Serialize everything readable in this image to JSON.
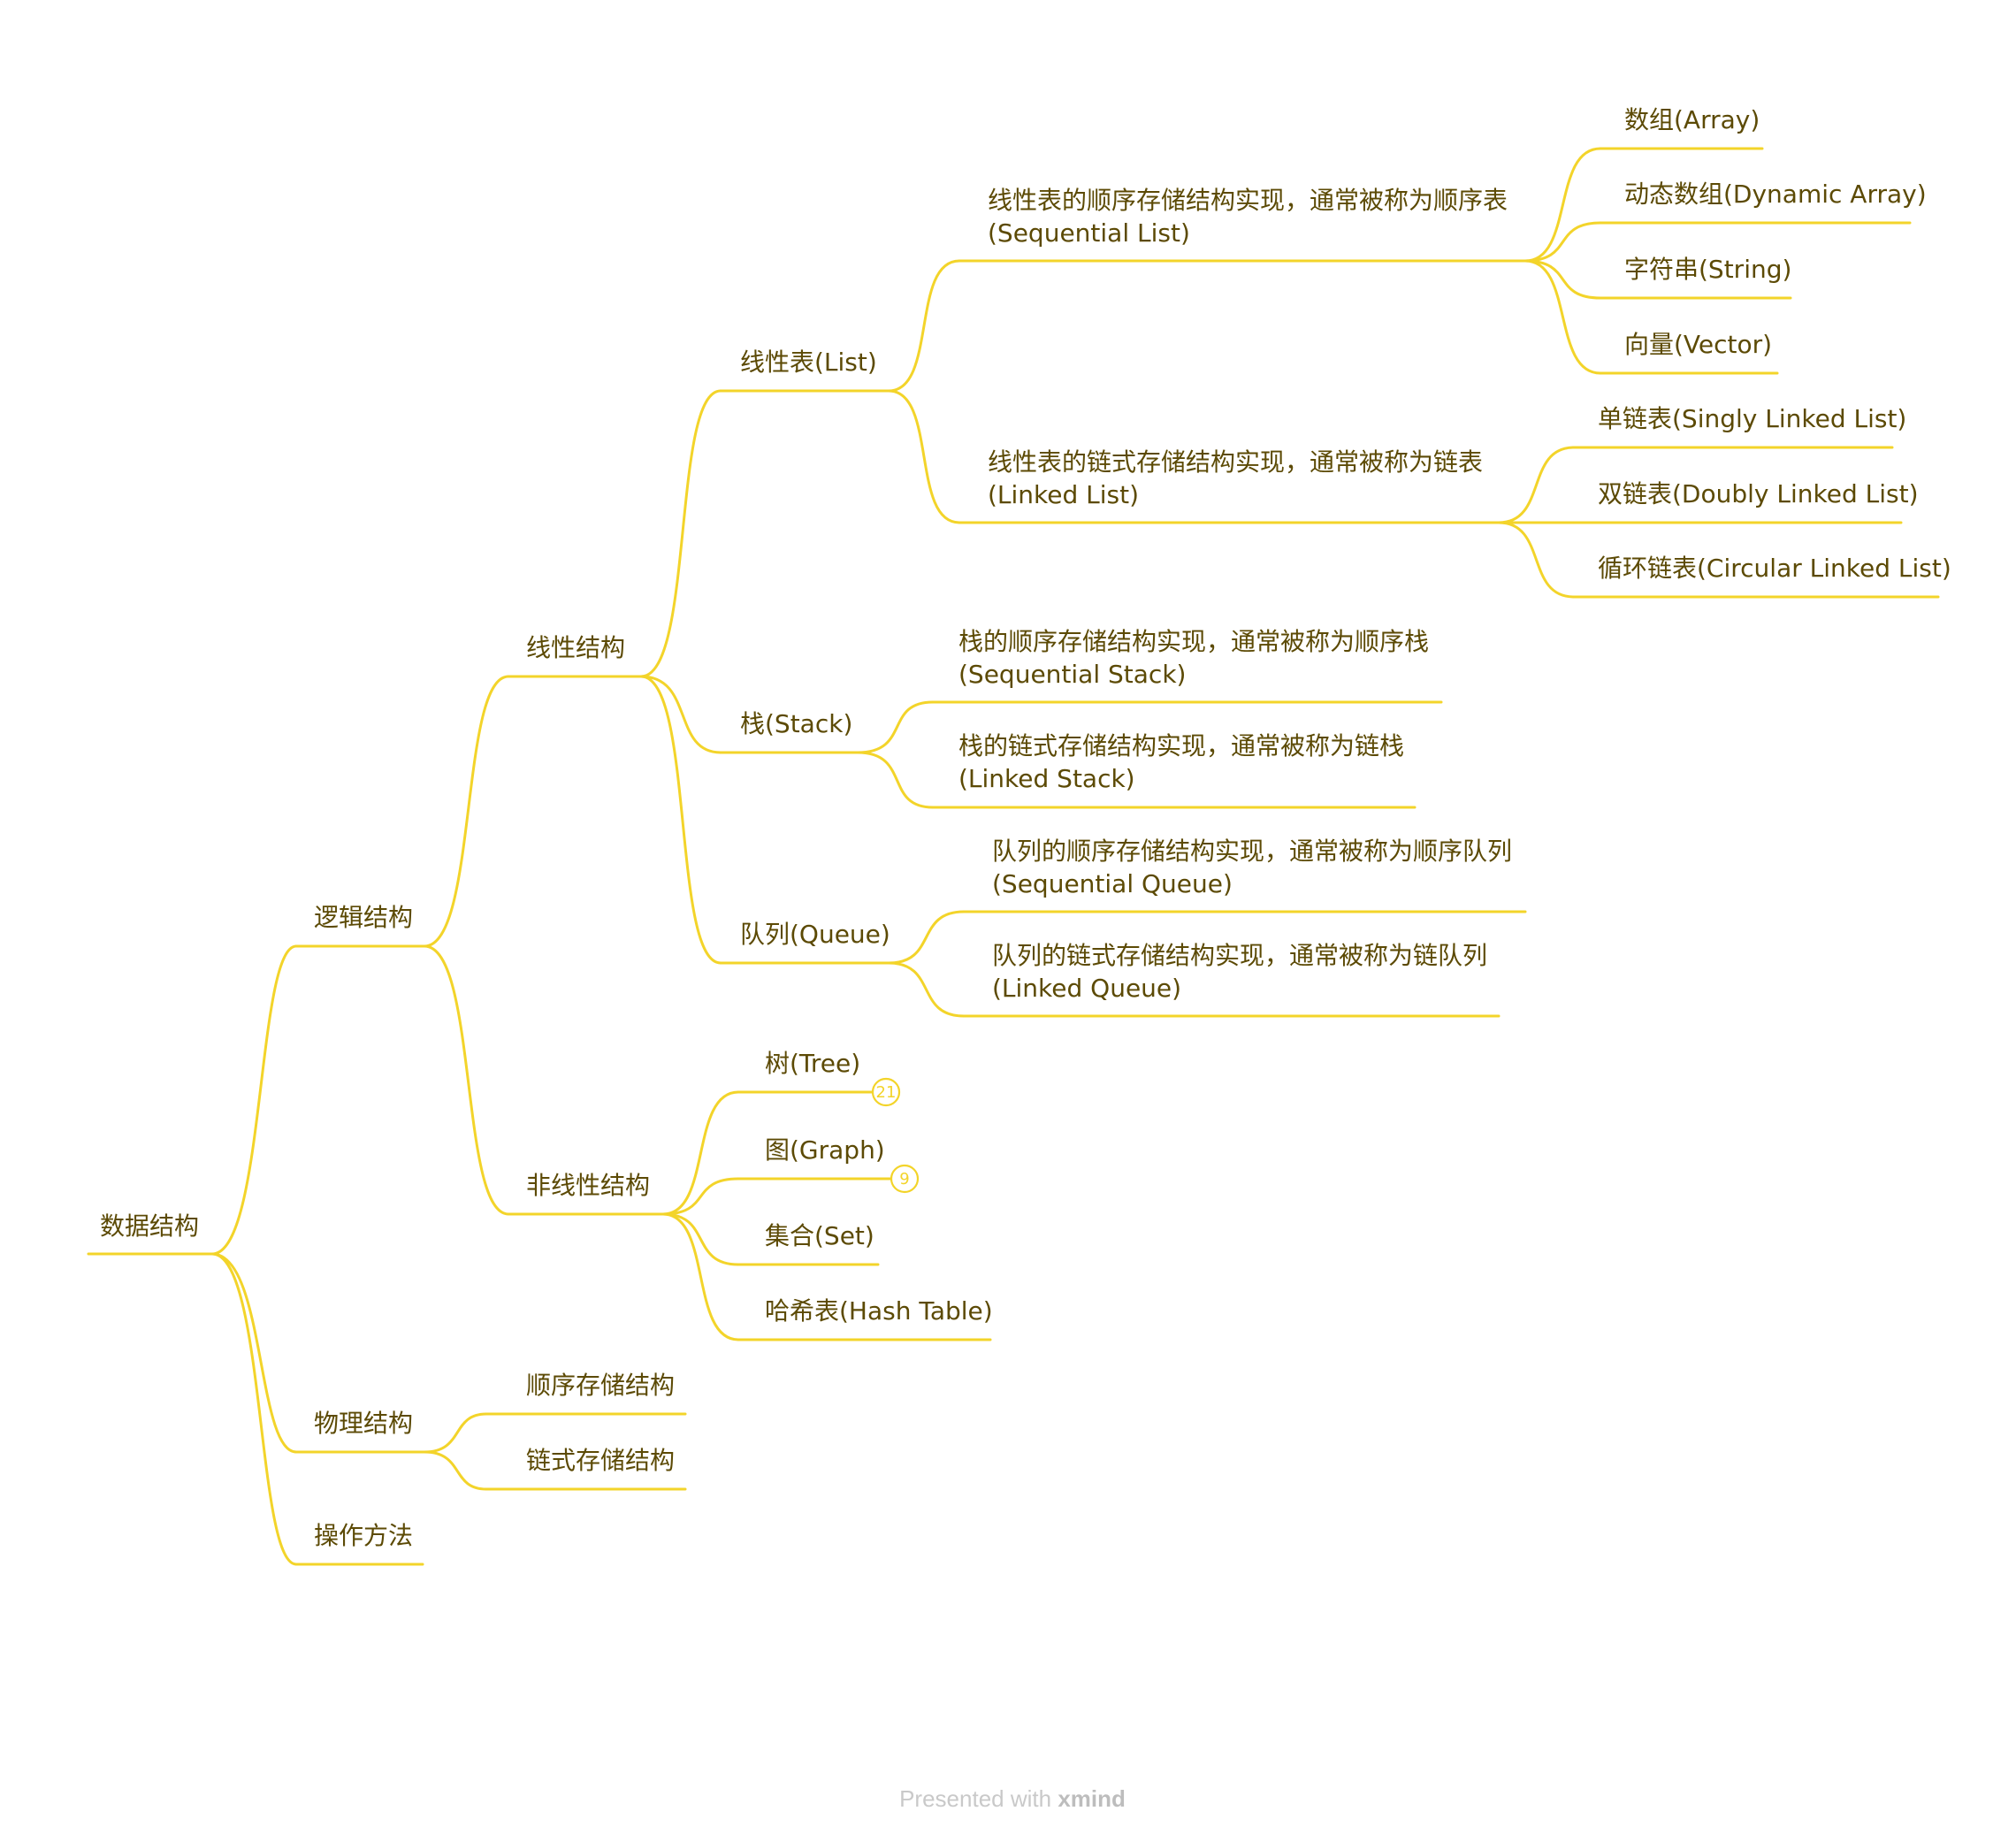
{
  "map": {
    "root": "数据结构",
    "logical": {
      "label": "逻辑结构",
      "linear": {
        "label": "线性结构",
        "list": {
          "label": "线性表(List)",
          "sequential": {
            "line1": "线性表的顺序存储结构实现，通常被称为顺序表",
            "line2": "(Sequential List)",
            "items": [
              "数组(Array)",
              "动态数组(Dynamic Array)",
              "字符串(String)",
              "向量(Vector)"
            ]
          },
          "linked": {
            "line1": "线性表的链式存储结构实现，通常被称为链表",
            "line2": "(Linked List)",
            "items": [
              "单链表(Singly Linked List)",
              "双链表(Doubly Linked List)",
              "循环链表(Circular Linked List)"
            ]
          }
        },
        "stack": {
          "label": "栈(Stack)",
          "sequential": {
            "line1": "栈的顺序存储结构实现，通常被称为顺序栈",
            "line2": "(Sequential Stack)"
          },
          "linked": {
            "line1": "栈的链式存储结构实现，通常被称为链栈",
            "line2": "(Linked Stack)"
          }
        },
        "queue": {
          "label": "队列(Queue)",
          "sequential": {
            "line1": "队列的顺序存储结构实现，通常被称为顺序队列",
            "line2": "(Sequential Queue)"
          },
          "linked": {
            "line1": "队列的链式存储结构实现，通常被称为链队列",
            "line2": "(Linked Queue)"
          }
        }
      },
      "nonlinear": {
        "label": "非线性结构",
        "items": [
          {
            "label": "树(Tree)",
            "collapsed_count": "21"
          },
          {
            "label": "图(Graph)",
            "collapsed_count": "9"
          },
          {
            "label": "集合(Set)"
          },
          {
            "label": "哈希表(Hash Table)"
          }
        ]
      }
    },
    "physical": {
      "label": "物理结构",
      "items": [
        "顺序存储结构",
        "链式存储结构"
      ]
    },
    "operations": {
      "label": "操作方法"
    }
  },
  "footer": {
    "prefix": "Presented with ",
    "brand": "xmind"
  },
  "colors": {
    "branch": "#f3d42a",
    "text": "#5c4a05",
    "credit": "#c9c9c9"
  }
}
